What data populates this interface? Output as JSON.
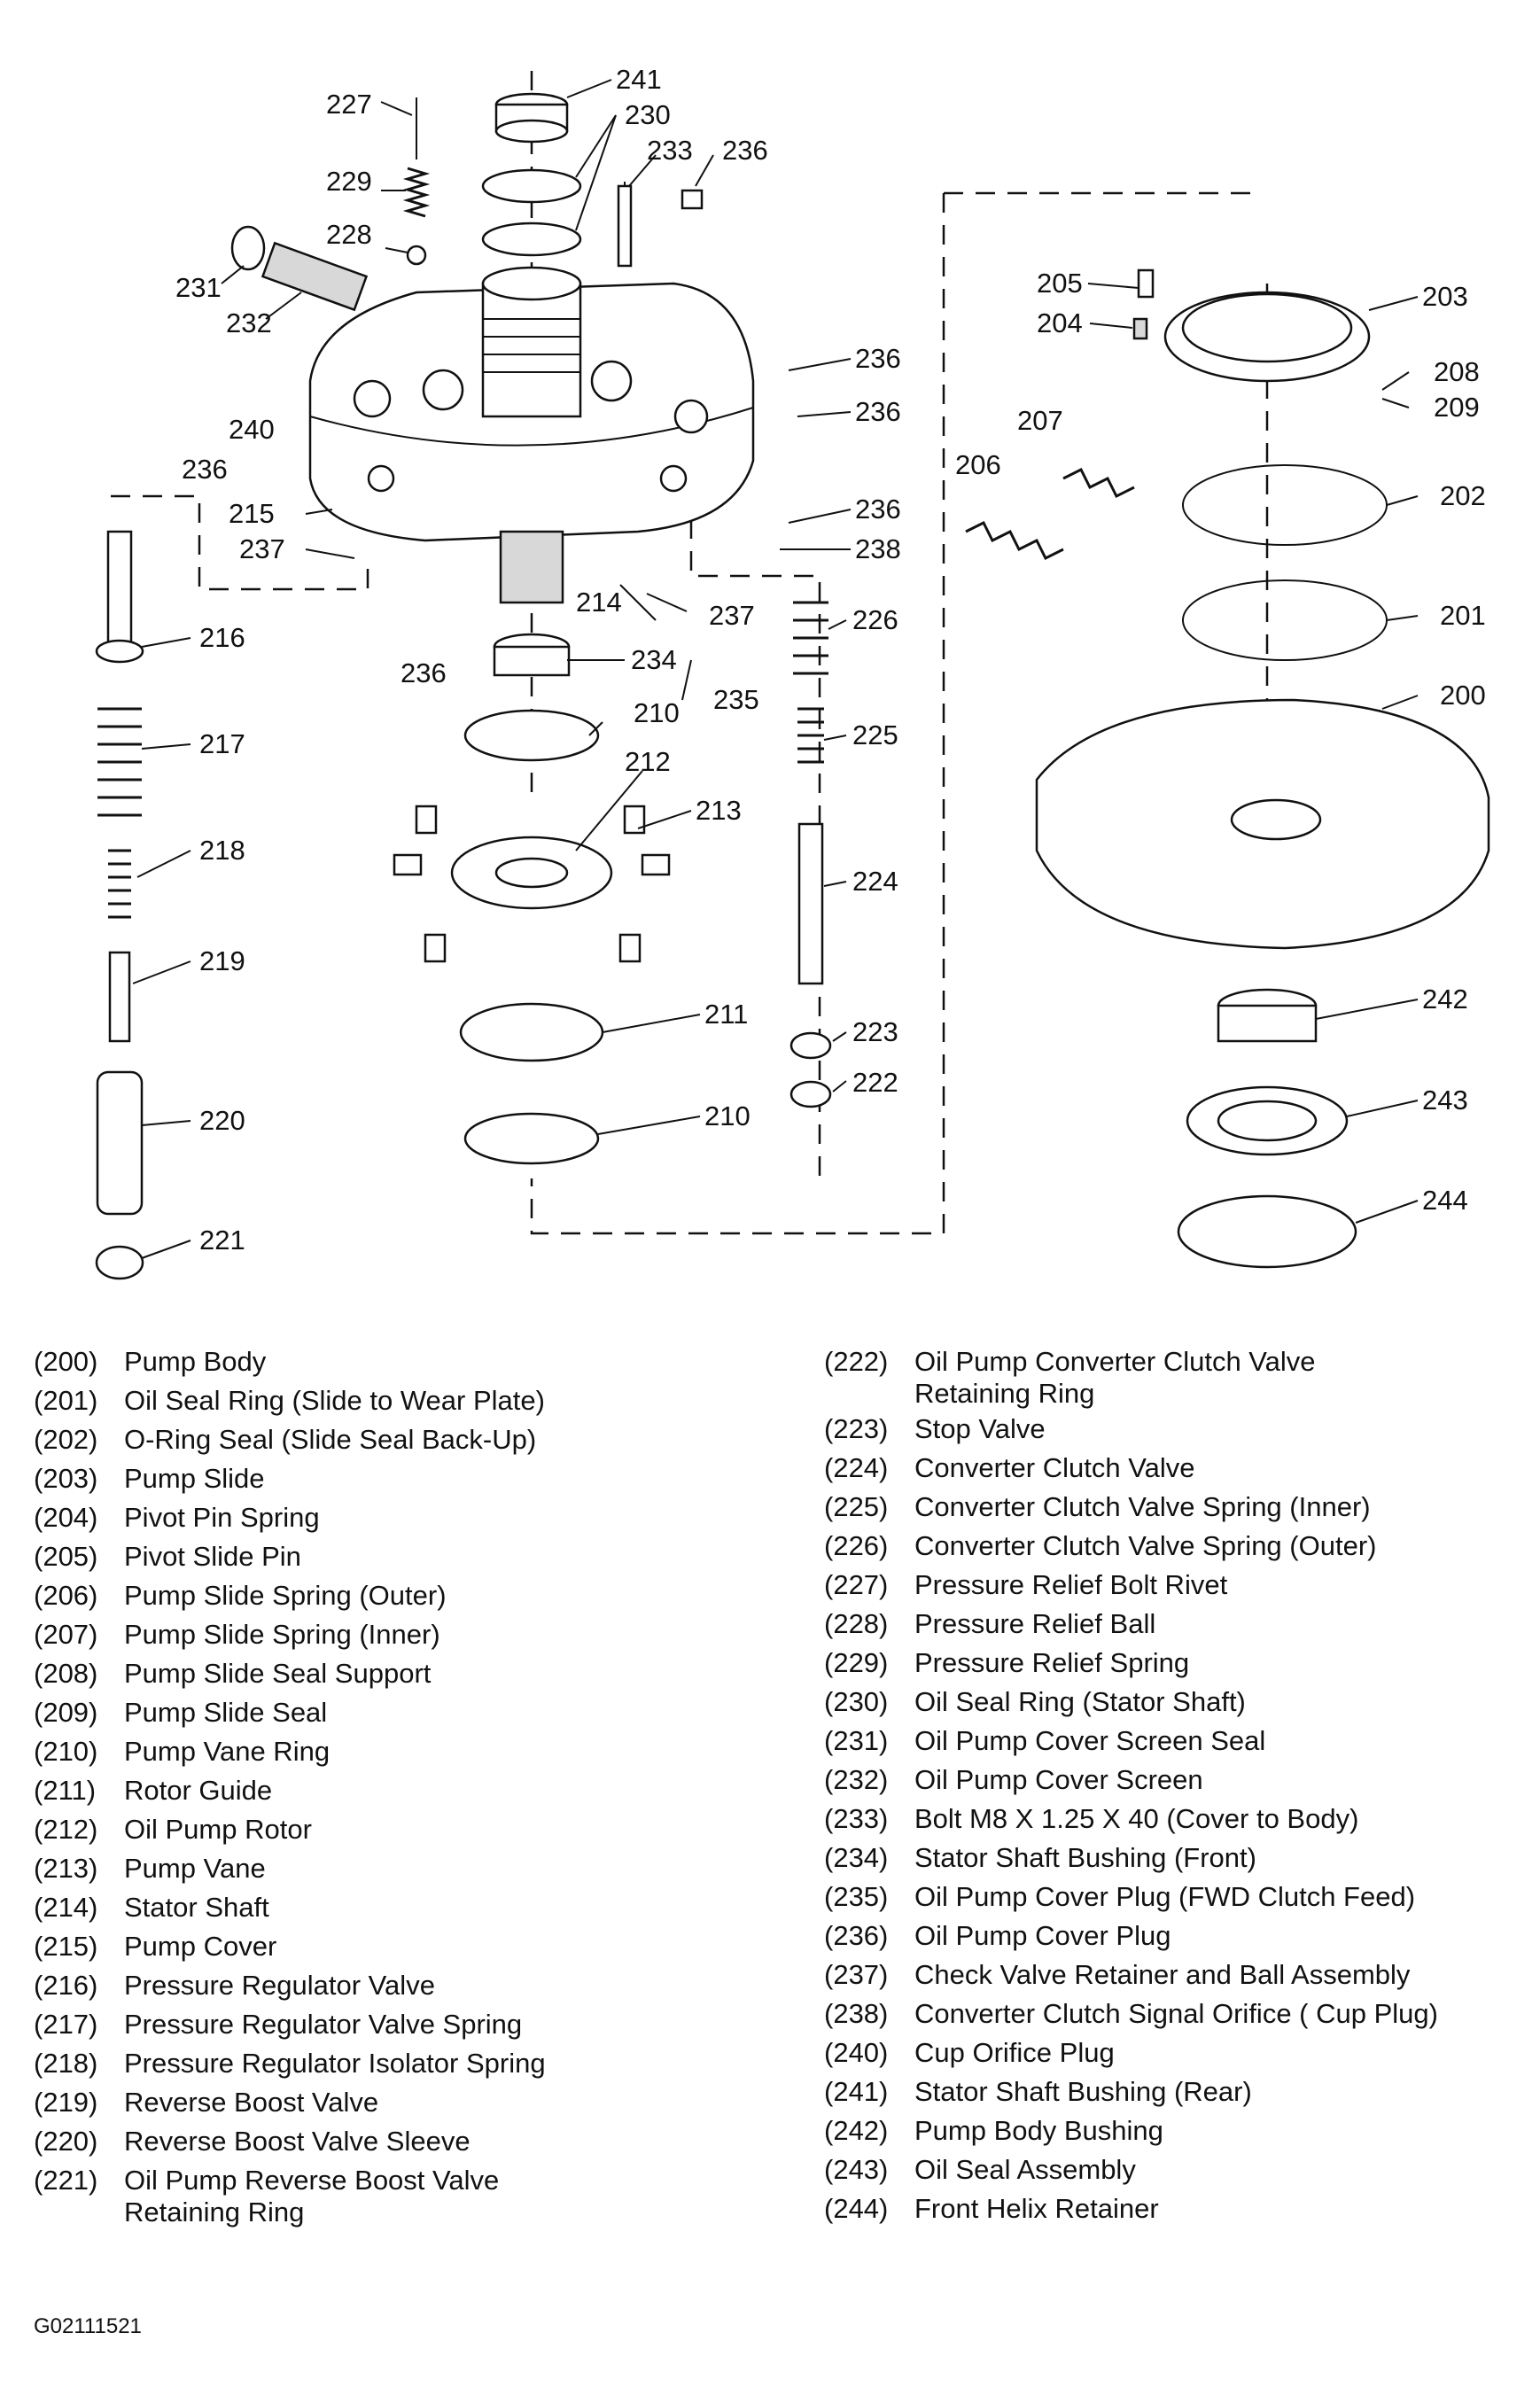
{
  "callouts": {
    "c200": "200",
    "c201": "201",
    "c202": "202",
    "c203": "203",
    "c204": "204",
    "c205": "205",
    "c206": "206",
    "c207": "207",
    "c208": "208",
    "c209": "209",
    "c210a": "210",
    "c210b": "210",
    "c211": "211",
    "c212": "212",
    "c213": "213",
    "c214": "214",
    "c215": "215",
    "c216": "216",
    "c217": "217",
    "c218": "218",
    "c219": "219",
    "c220": "220",
    "c221": "221",
    "c222": "222",
    "c223": "223",
    "c224": "224",
    "c225": "225",
    "c226": "226",
    "c227": "227",
    "c228": "228",
    "c229": "229",
    "c230": "230",
    "c231": "231",
    "c232": "232",
    "c233": "233",
    "c234": "234",
    "c235": "235",
    "c236a": "236",
    "c236b": "236",
    "c236c": "236",
    "c236d": "236",
    "c236e": "236",
    "c236f": "236",
    "c237a": "237",
    "c237b": "237",
    "c238": "238",
    "c240": "240",
    "c241": "241",
    "c242": "242",
    "c243": "243",
    "c244": "244"
  },
  "legend": {
    "left": [
      {
        "num": "(200)",
        "name": "Pump Body"
      },
      {
        "num": "(201)",
        "name": "Oil Seal Ring (Slide to Wear Plate)"
      },
      {
        "num": "(202)",
        "name": "O-Ring Seal (Slide Seal Back-Up)"
      },
      {
        "num": "(203)",
        "name": "Pump Slide"
      },
      {
        "num": "(204)",
        "name": "Pivot Pin Spring"
      },
      {
        "num": "(205)",
        "name": "Pivot Slide Pin"
      },
      {
        "num": "(206)",
        "name": "Pump Slide Spring (Outer)"
      },
      {
        "num": "(207)",
        "name": "Pump Slide Spring (Inner)"
      },
      {
        "num": "(208)",
        "name": "Pump Slide Seal Support"
      },
      {
        "num": "(209)",
        "name": "Pump Slide Seal"
      },
      {
        "num": "(210)",
        "name": "Pump Vane Ring"
      },
      {
        "num": "(211)",
        "name": "Rotor Guide"
      },
      {
        "num": "(212)",
        "name": "Oil Pump Rotor"
      },
      {
        "num": "(213)",
        "name": "Pump Vane"
      },
      {
        "num": "(214)",
        "name": "Stator Shaft"
      },
      {
        "num": "(215)",
        "name": "Pump Cover"
      },
      {
        "num": "(216)",
        "name": "Pressure Regulator Valve"
      },
      {
        "num": "(217)",
        "name": "Pressure Regulator Valve Spring"
      },
      {
        "num": "(218)",
        "name": "Pressure Regulator Isolator Spring"
      },
      {
        "num": "(219)",
        "name": "Reverse Boost Valve"
      },
      {
        "num": "(220)",
        "name": "Reverse Boost Valve Sleeve"
      },
      {
        "num": "(221)",
        "name": "Oil Pump Reverse Boost Valve Retaining Ring"
      }
    ],
    "right": [
      {
        "num": "(222)",
        "name": "Oil Pump Converter Clutch Valve Retaining Ring"
      },
      {
        "num": "(223)",
        "name": "Stop Valve"
      },
      {
        "num": "(224)",
        "name": "Converter Clutch Valve"
      },
      {
        "num": "(225)",
        "name": "Converter Clutch Valve Spring (Inner)"
      },
      {
        "num": "(226)",
        "name": "Converter Clutch Valve Spring (Outer)"
      },
      {
        "num": "(227)",
        "name": "Pressure Relief Bolt Rivet"
      },
      {
        "num": "(228)",
        "name": "Pressure Relief Ball"
      },
      {
        "num": "(229)",
        "name": "Pressure Relief Spring"
      },
      {
        "num": "(230)",
        "name": "Oil Seal Ring (Stator Shaft)"
      },
      {
        "num": "(231)",
        "name": "Oil Pump Cover Screen Seal"
      },
      {
        "num": "(232)",
        "name": "Oil Pump Cover Screen"
      },
      {
        "num": "(233)",
        "name": "Bolt M8 X 1.25 X 40 (Cover to Body)"
      },
      {
        "num": "(234)",
        "name": "Stator Shaft Bushing (Front)"
      },
      {
        "num": "(235)",
        "name": "Oil Pump Cover Plug (FWD Clutch Feed)"
      },
      {
        "num": "(236)",
        "name": "Oil Pump Cover Plug"
      },
      {
        "num": "(237)",
        "name": "Check Valve Retainer and Ball Assembly"
      },
      {
        "num": "(238)",
        "name": "Converter Clutch Signal Orifice ( Cup Plug)"
      },
      {
        "num": "(240)",
        "name": "Cup Orifice Plug"
      },
      {
        "num": "(241)",
        "name": "Stator Shaft Bushing (Rear)"
      },
      {
        "num": "(242)",
        "name": "Pump Body Bushing"
      },
      {
        "num": "(243)",
        "name": "Oil Seal Assembly"
      },
      {
        "num": "(244)",
        "name": "Front Helix Retainer"
      }
    ]
  },
  "figure_id": "G02111521"
}
